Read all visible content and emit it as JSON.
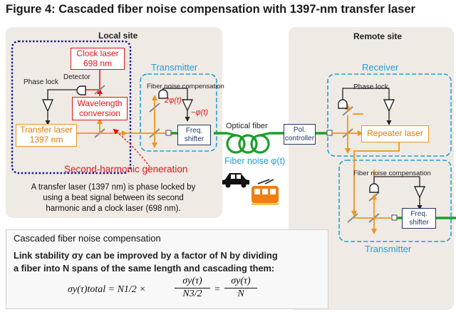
{
  "title": "Figure 4: Cascaded fiber noise compensation with 1397-nm transfer laser",
  "local_site": {
    "title": "Local site",
    "clock_laser": [
      "Clock laser",
      "698 nm"
    ],
    "detector": "Detector",
    "phase_lock": "Phase lock",
    "wavelength_conversion": [
      "Wavelength",
      "conversion"
    ],
    "transfer_laser": [
      "Transfer laser",
      "1397 nm"
    ],
    "shg_label": "Second-harmonic generation",
    "note": [
      "A transfer laser (1397 nm) is phase locked by",
      "using a beat signal between its second",
      "harmonic and a clock laser (698 nm)."
    ]
  },
  "transmitter1": {
    "title": "Transmitter",
    "fnc": "Fiber noise compensation",
    "two_phi": "2φ(t)",
    "minus_phi": "−φ(t)",
    "freq_shifter": [
      "Freq.",
      "shifter"
    ]
  },
  "fiber": {
    "optical_fiber": "Optical fiber",
    "pol_controller": [
      "Pol.",
      "controller"
    ],
    "fiber_noise": "Fiber noise φ(t)"
  },
  "remote_site": {
    "title": "Remote site",
    "receiver": "Receiver",
    "phase_lock": "Phase lock",
    "repeater_laser": "Repeater laser",
    "fnc": "Fiber noise compensation",
    "freq_shifter": [
      "Freq.",
      "shifter"
    ],
    "transmitter": "Transmitter"
  },
  "formula_box": {
    "heading": "Cascaded fiber noise compensation",
    "line1": "Link stability σy can be improved by a factor of N by dividing",
    "line2": "a fiber into N spans of the same length and cascading them:",
    "formula_lhs": "σy(τ)total = N1/2 ×",
    "formula_frac1_num": "σy(τ)",
    "formula_frac1_den": "N3/2",
    "formula_eq": "=",
    "formula_frac2_num": "σy(τ)",
    "formula_frac2_den": "N"
  },
  "colors": {
    "orange": "#f0941e",
    "red": "#e3141b",
    "blue": "#1ea0dc",
    "navy": "#1f3864",
    "fiber_green": "#1a9e2b",
    "dotted_frame": "#1a1aa0",
    "panel": "#efeae4"
  },
  "icons": [
    "car-icon",
    "train-icon",
    "detector-icon",
    "amplifier-icon",
    "fiber-coil-icon"
  ]
}
